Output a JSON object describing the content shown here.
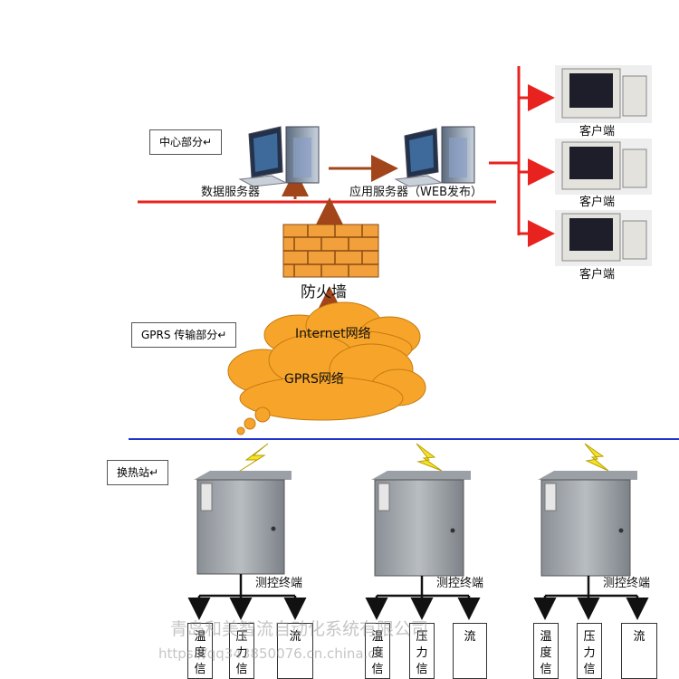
{
  "sections": {
    "center": "中心部分↵",
    "gprs": "GPRS 传输部分↵",
    "station": "换热站↵"
  },
  "nodes": {
    "data_server": "数据服务器",
    "app_server": "应用服务器（WEB发布）",
    "client": "客户端",
    "firewall": "防火墙",
    "internet_cloud": "Internet网络",
    "gprs_cloud": "GPRS网络",
    "terminal": "测控终端"
  },
  "sensors": {
    "left": [
      [
        "温",
        "度",
        "信"
      ],
      [
        "压",
        "力",
        "信"
      ],
      [
        "流",
        "",
        ""
      ]
    ],
    "mid": [
      [
        "温",
        "度",
        "信"
      ],
      [
        "压",
        "力",
        "信"
      ],
      [
        "流",
        "",
        ""
      ]
    ],
    "right": [
      [
        "温",
        "度",
        "信"
      ],
      [
        "压",
        "力",
        "信"
      ],
      [
        "流",
        "",
        ""
      ]
    ]
  },
  "watermark": {
    "line1": "青岛和美智流自动化系统有限公司",
    "line2": "https://qq343850076.cn.china.cn"
  },
  "colors": {
    "red_line": "#e8231f",
    "blue_line": "#2233cc",
    "arrow_brown": "#a2451a",
    "cloud": "#f7a52a",
    "brick": "#f2a03c"
  }
}
